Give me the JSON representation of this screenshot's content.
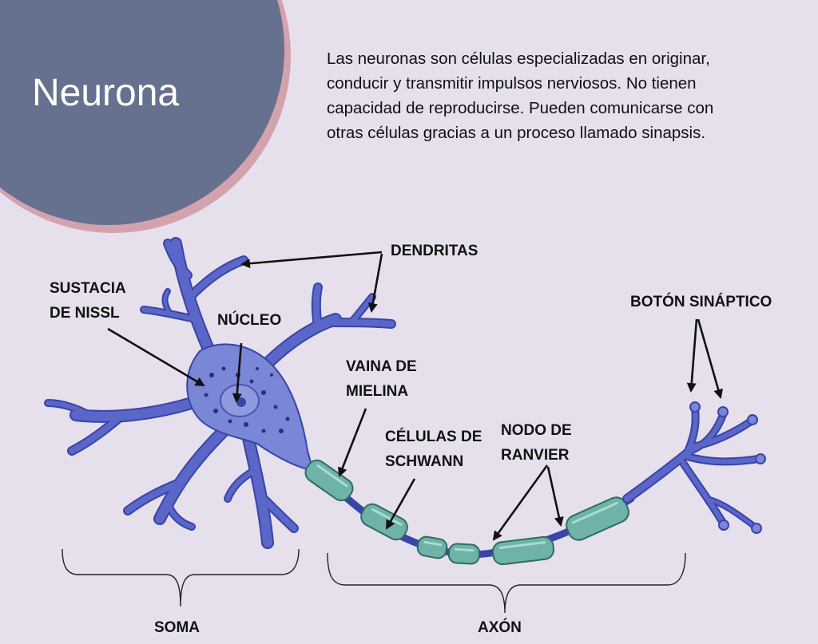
{
  "title": "Neurona",
  "intro_lines": [
    "Las neuronas son células especializadas en originar,",
    "conducir y transmitir impulsos nerviosos. No tienen",
    "capacidad de reproducirse. Pueden comunicarse con",
    "otras células gracias a un proceso llamado sinapsis."
  ],
  "labels": {
    "dendritas": "DENDRITAS",
    "sustancia_nissl_l1": "SUSTACIA",
    "sustancia_nissl_l2": "DE NISSL",
    "nucleo": "NÚCLEO",
    "boton_sinaptico": "BOTÓN SINÁPTICO",
    "vaina_mielina_l1": "VAINA DE",
    "vaina_mielina_l2": "MIELINA",
    "celulas_schwann_l1": "CÉLULAS DE",
    "celulas_schwann_l2": "SCHWANN",
    "nodo_ranvier_l1": "NODO DE",
    "nodo_ranvier_l2": "RANVIER",
    "soma": "SOMA",
    "axon": "AXÓN"
  },
  "colors": {
    "background": "#e6e0ec",
    "title_circle": "#66708f",
    "neuron_body": "#7a86d6",
    "myelin": "#6fb3a8"
  }
}
